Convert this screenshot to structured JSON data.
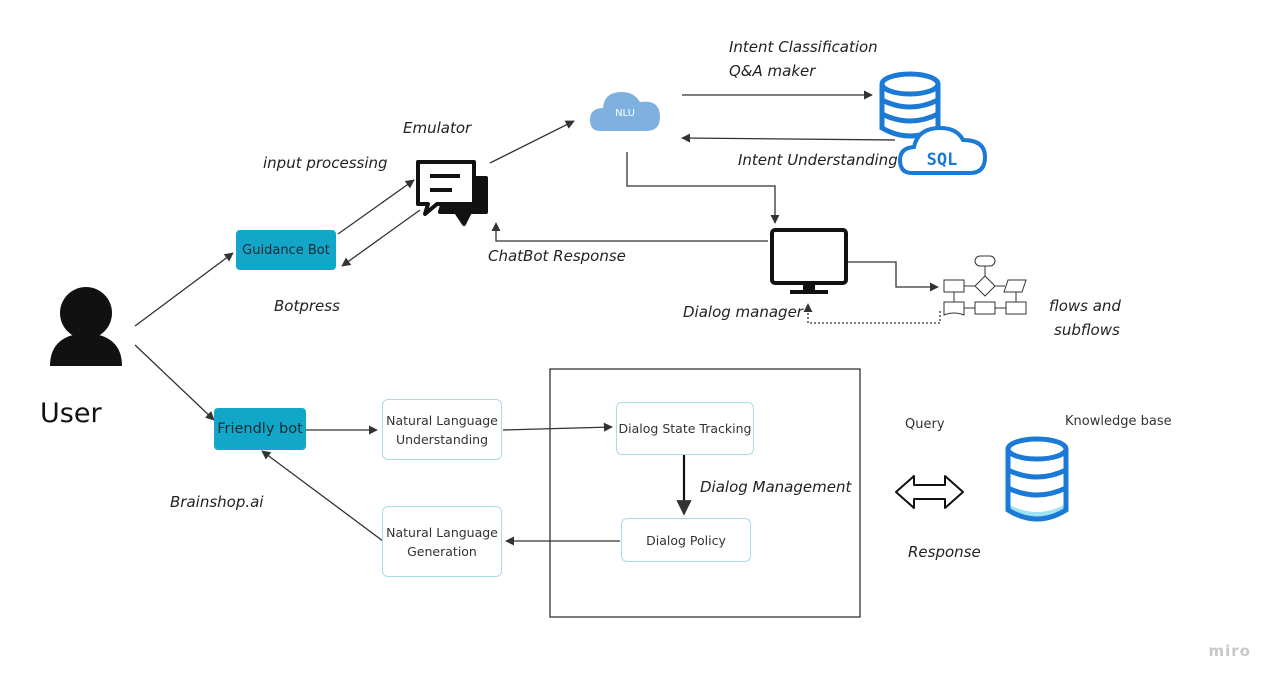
{
  "labels": {
    "user": "User",
    "guidance_bot": "Guidance Bot",
    "friendly_bot": "Friendly bot",
    "botpress": "Botpress",
    "brainshop": "Brainshop.ai",
    "input_processing": "input processing",
    "emulator": "Emulator",
    "nlu": "NLU",
    "intent_classification": "Intent Classification",
    "qa_maker": "Q&A maker",
    "intent_understanding": "Intent Understanding",
    "sql": "SQL",
    "chatbot_response": "ChatBot Response",
    "dialog_manager": "Dialog manager",
    "flows_line1": "flows and",
    "flows_line2": "subflows",
    "nlu_box_line1": "Natural Language",
    "nlu_box_line2": "Understanding",
    "nlg_box_line1": "Natural Language",
    "nlg_box_line2": "Generation",
    "dialog_state_tracking": "Dialog State Tracking",
    "dialog_policy": "Dialog Policy",
    "dialog_management": "Dialog Management",
    "query": "Query",
    "response": "Response",
    "knowledge_base": "Knowledge base",
    "watermark": "miro"
  },
  "colors": {
    "teal_box": "#12a6c9",
    "db_blue": "#1b7ad6",
    "nlu_cloud": "#7eb1df",
    "light_box_border": "#a9dbe9"
  },
  "icons": [
    "user-icon",
    "chat-bubbles-icon",
    "cloud-icon",
    "database-icon",
    "sql-cloud-icon",
    "monitor-icon",
    "flowchart-icon",
    "double-arrow-icon",
    "knowledge-database-icon"
  ]
}
